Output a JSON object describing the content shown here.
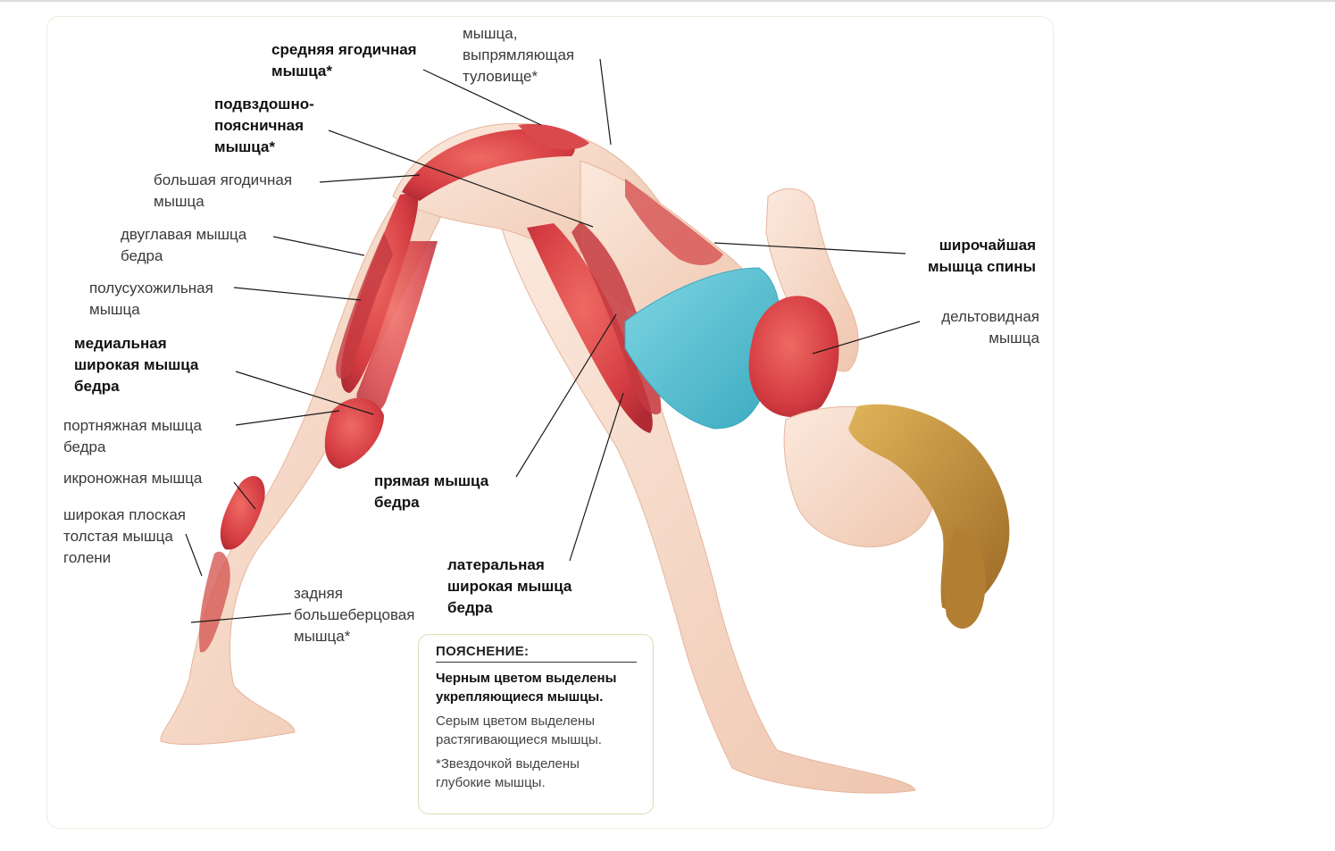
{
  "labels": {
    "gluteus_medius": "средняя ягодичная\nмышца*",
    "erector_spinae": "мышца,\nвыпрямляющая\nтуловище*",
    "iliopsoas": "подвздошно-\nпоясничная\nмышца*",
    "gluteus_maximus": "большая ягодичная\nмышца",
    "biceps_femoris": "двуглавая мышца\nбедра",
    "semitendinosus": "полусухожильная\nмышца",
    "vastus_medialis": "медиальная\nширокая мышца\nбедра",
    "sartorius": "портняжная мышца\nбедра",
    "gastrocnemius": "икроножная мышца",
    "soleus": "широкая плоская\nтолстая мышца\nголени",
    "tibialis_posterior": "задняя\nбольшеберцовая\nмышца*",
    "rectus_femoris": "прямая мышца\nбедра",
    "vastus_lateralis": "латеральная\nширокая мышца\nбедра",
    "latissimus_dorsi": "широчайшая\nмышца спины",
    "deltoid": "дельтовидная\nмышца"
  },
  "legend": {
    "title": "ПОЯСНЕНИЕ:",
    "strengthening": "Черным цветом выделены\nукрепляющиеся мышцы.",
    "stretching": "Серым цветом выделены\nрастягивающиеся мышцы.",
    "deep": "*Звездочкой выделены\nглубокие мышцы."
  },
  "colors": {
    "skin": "#f6dccb",
    "skin_shadow": "#e9bba3",
    "muscle": "#d9464a",
    "muscle_dark": "#b52f36",
    "top": "#5cc3d6",
    "top_dark": "#3aa9bf",
    "hair": "#c9953f",
    "hair_dark": "#9c6a25",
    "leader_line": "#1a1a1a",
    "strengthened_text": "#111111",
    "stretched_text": "#3a3a3a"
  }
}
